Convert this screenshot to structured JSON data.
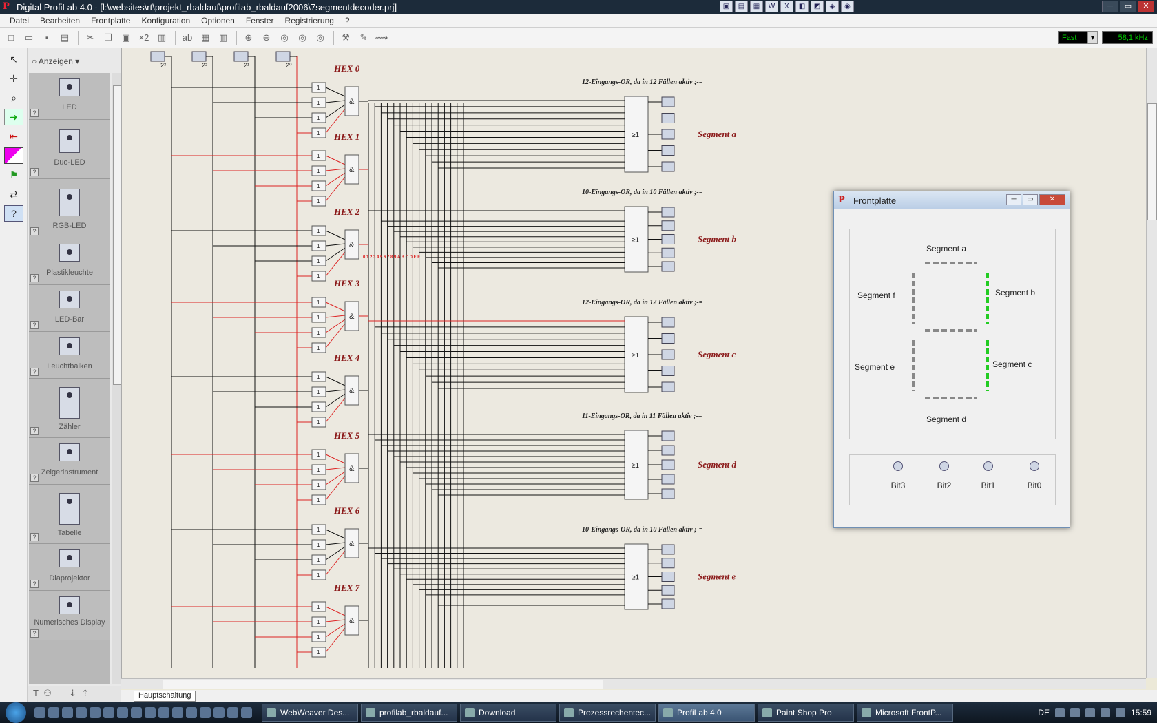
{
  "window": {
    "title": "Digital ProfiLab 4.0 - [l:\\websites\\rt\\projekt_rbaldauf\\profilab_rbaldauf2006\\7segmentdecoder.prj]"
  },
  "menu": [
    "Datei",
    "Bearbeiten",
    "Frontplatte",
    "Konfiguration",
    "Optionen",
    "Fenster",
    "Registrierung",
    "?"
  ],
  "toolbar": {
    "speed": "Fast",
    "frequency": "58,1 kHz",
    "multiplier": "×2"
  },
  "palette": {
    "mode": "Anzeigen",
    "items": [
      "LED",
      "Duo-LED",
      "RGB-LED",
      "Plastikleuchte",
      "LED-Bar",
      "Leuchtbalken",
      "Zähler",
      "Zeigerinstrument",
      "Tabelle",
      "Diaprojektor",
      "Numerisches Display"
    ]
  },
  "schematic": {
    "weights": [
      "2³",
      "2²",
      "2¹",
      "2⁰"
    ],
    "hex_labels": [
      "HEX 0",
      "HEX 1",
      "HEX 2",
      "HEX 3",
      "HEX 4",
      "HEX 5",
      "HEX 6",
      "HEX 7"
    ],
    "bus_label": "0 1 2 3 4 5 6 7 8 9 A B C D E F",
    "or_captions": [
      "12-Eingangs-OR, da in 12 Fällen aktiv ;-=",
      "10-Eingangs-OR, da in 10 Fällen aktiv ;-=",
      "12-Eingangs-OR, da in 12 Fällen aktiv ;-=",
      "11-Eingangs-OR, da in 11 Fällen aktiv ;-=",
      "10-Eingangs-OR, da in 10 Fällen aktiv ;-="
    ],
    "segment_labels": [
      "Segment a",
      "Segment b",
      "Segment c",
      "Segment d",
      "Segment e"
    ],
    "and_symbol": "&",
    "or_symbol": "≥1",
    "not_symbol": "1",
    "wire_color": "#111111",
    "active_wire_color": "#dd2222",
    "label_color": "#8b1a1a"
  },
  "frontplatte": {
    "title": "Frontplatte",
    "segments": {
      "a": "Segment a",
      "b": "Segment b",
      "c": "Segment c",
      "d": "Segment d",
      "e": "Segment e",
      "f": "Segment f"
    },
    "segments_on": [
      "b",
      "c"
    ],
    "bits": [
      "Bit3",
      "Bit2",
      "Bit1",
      "Bit0"
    ]
  },
  "sheet_tab": "Hauptschaltung",
  "taskbar": {
    "tasks": [
      "WebWeaver Des...",
      "profilab_rbaldauf...",
      "Download",
      "Prozessrechentec...",
      "ProfiLab 4.0",
      "Paint Shop Pro",
      "Microsoft FrontP..."
    ],
    "active_task": "ProfiLab 4.0",
    "language": "DE",
    "clock": "15:59"
  }
}
